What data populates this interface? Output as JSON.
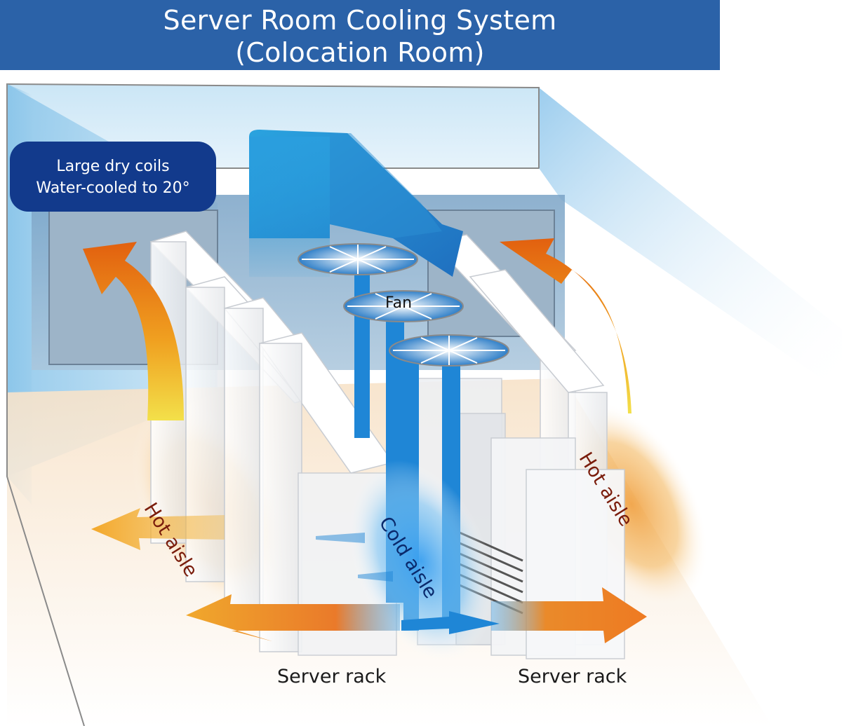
{
  "title": {
    "line1": "Server Room Cooling System",
    "line2": "(Colocation Room)"
  },
  "labels": {
    "coils_line1": "Large dry coils",
    "coils_line2": "Water-cooled to 20°",
    "fan": "Fan",
    "hot_aisle_left": "Hot aisle",
    "hot_aisle_right": "Hot aisle",
    "cold_aisle": "Cold aisle",
    "server_rack_left": "Server rack",
    "server_rack_right": "Server rack"
  },
  "colors": {
    "title_bg": "#2b62a8",
    "coil_box_bg": "#123a8c",
    "cold_air": "#1e7fd0",
    "hot_air": "#e8741c",
    "warm_air": "#f2b233",
    "room_wall": "#a9d3ee",
    "rack": "#f2f3f5"
  }
}
